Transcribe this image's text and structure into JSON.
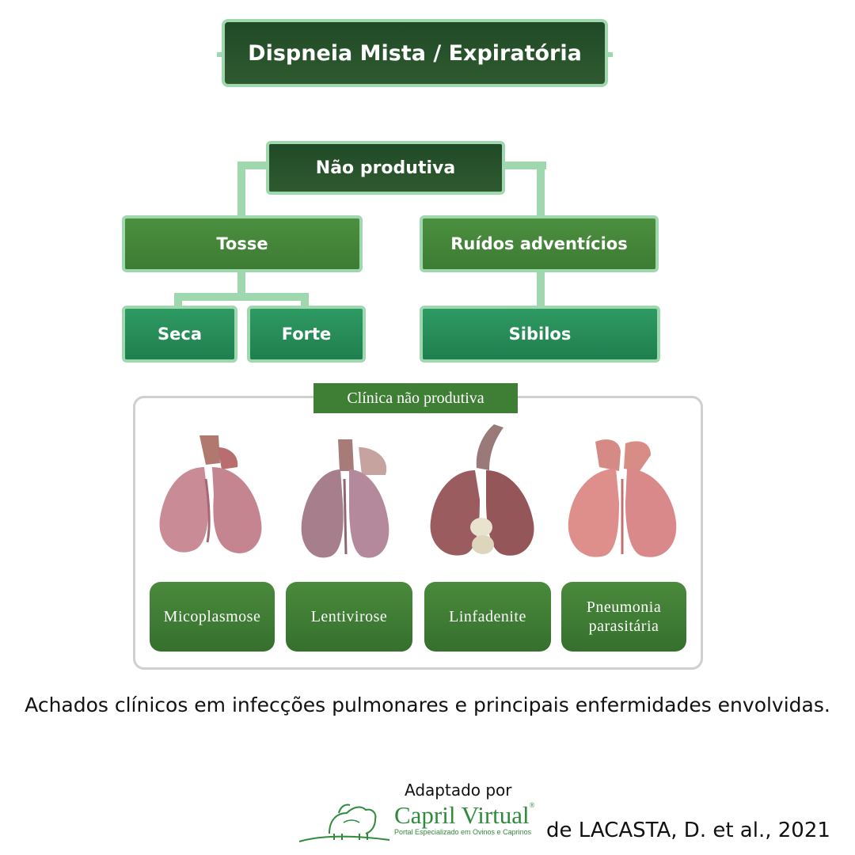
{
  "title": "Dispneia Mista / Expiratória",
  "tree": {
    "root": "Não produtiva",
    "left": "Tosse",
    "right": "Ruídos adventícios",
    "left_children": [
      "Seca",
      "Forte"
    ],
    "right_child": "Sibilos"
  },
  "panel": {
    "title": "Clínica não produtiva",
    "diseases": [
      "Micoplasmose",
      "Lentivirose",
      "Linfadenite",
      "Pneumonia parasitária"
    ]
  },
  "caption": "Achados clínicos em infecções pulmonares e principais enfermidades envolvidas.",
  "footer": {
    "adapted_by": "Adaptado por",
    "brand": "Capril Virtual",
    "brand_registered": "®",
    "brand_tagline": "Portal Especializado em Ovinos e Caprinos",
    "reference": "de LACASTA, D. et al., 2021"
  },
  "colors": {
    "dark_green": "#2a5530",
    "mid_green": "#428637",
    "teal_green": "#25895a",
    "connector": "#9fd8ae",
    "brand_green": "#2f8a3c"
  }
}
